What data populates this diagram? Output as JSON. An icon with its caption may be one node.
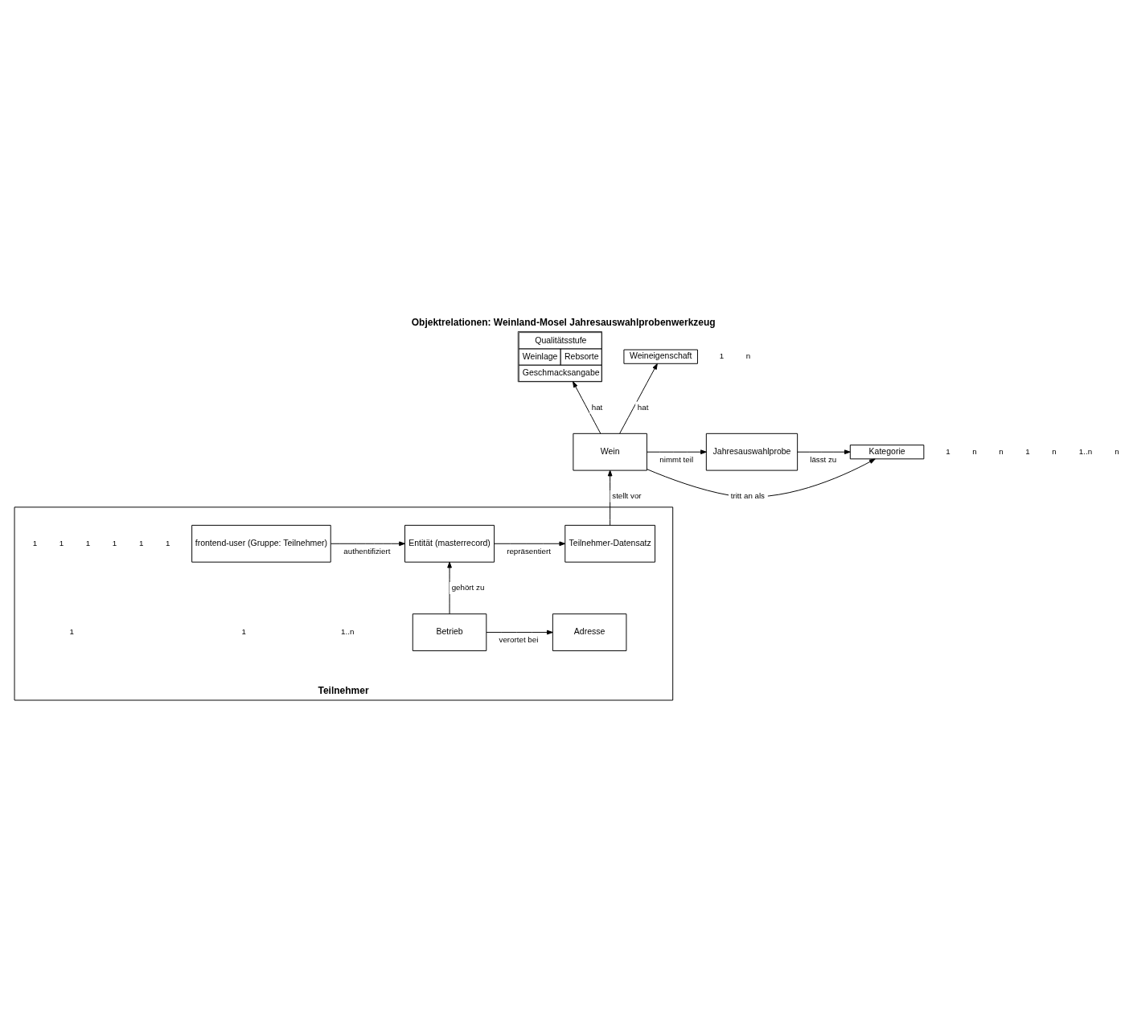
{
  "diagram": {
    "title": "Objektrelationen: Weinland-Mosel Jahresauswahlprobenwerkzeug",
    "nodes": [
      {
        "text": [
          "Qualitätsstufe",
          "Weinlage",
          "Rebsorte",
          "Geschmacksangabe"
        ]
      },
      {
        "text": [
          "Weineigenschaft"
        ]
      },
      {
        "text": [
          "Wein"
        ]
      },
      {
        "text": [
          "Jahresauswahlprobe"
        ]
      },
      {
        "text": [
          "Kategorie"
        ]
      },
      {
        "text": [
          "Teilnehmer"
        ]
      },
      {
        "text": [
          "Teilnehmer-Datensatz"
        ],
        "in": 5
      },
      {
        "text": [
          "Entität (masterrecord)"
        ],
        "in": 5
      },
      {
        "text": [
          "frontend-user (Gruppe: Teilnehmer)"
        ],
        "in": 5
      },
      {
        "text": [
          "Adresse"
        ],
        "in": 5
      },
      {
        "text": [
          "Betrieb"
        ],
        "in": 5
      }
    ],
    "edges": [
      {
        "from": 2,
        "to": 0,
        "arrow": "to",
        "label": "hat"
      },
      {
        "from": 2,
        "to": 1,
        "arrow": "to",
        "label": "hat"
      },
      {
        "from": 2,
        "to": 4,
        "arrow": "to",
        "label": "tritt an als"
      },
      {
        "from": 2,
        "to": 3,
        "arrow": "to",
        "label": "nimmt teil"
      },
      {
        "from": 3,
        "to": 4,
        "arrow": "to",
        "label": "lässt zu"
      },
      {
        "from": 6,
        "to": 2,
        "arrow": "to",
        "label": "stellt vor"
      },
      {
        "from": 7,
        "to": 6,
        "arrow": "to",
        "label": "repräsentiert"
      },
      {
        "from": 8,
        "to": 7,
        "arrow": "to",
        "label": "authentifiziert"
      },
      {
        "from": 10,
        "to": 7,
        "arrow": "to",
        "label": "gehört zu"
      },
      {
        "from": 10,
        "to": 9,
        "arrow": "to",
        "label": "verortet bei"
      }
    ],
    "labels": [
      "1",
      "n",
      "1",
      "n",
      "n",
      "1",
      "n",
      "1..n",
      "n",
      "1",
      "1",
      "1",
      "1",
      "1",
      "1",
      "1..n",
      "1",
      "1"
    ]
  }
}
